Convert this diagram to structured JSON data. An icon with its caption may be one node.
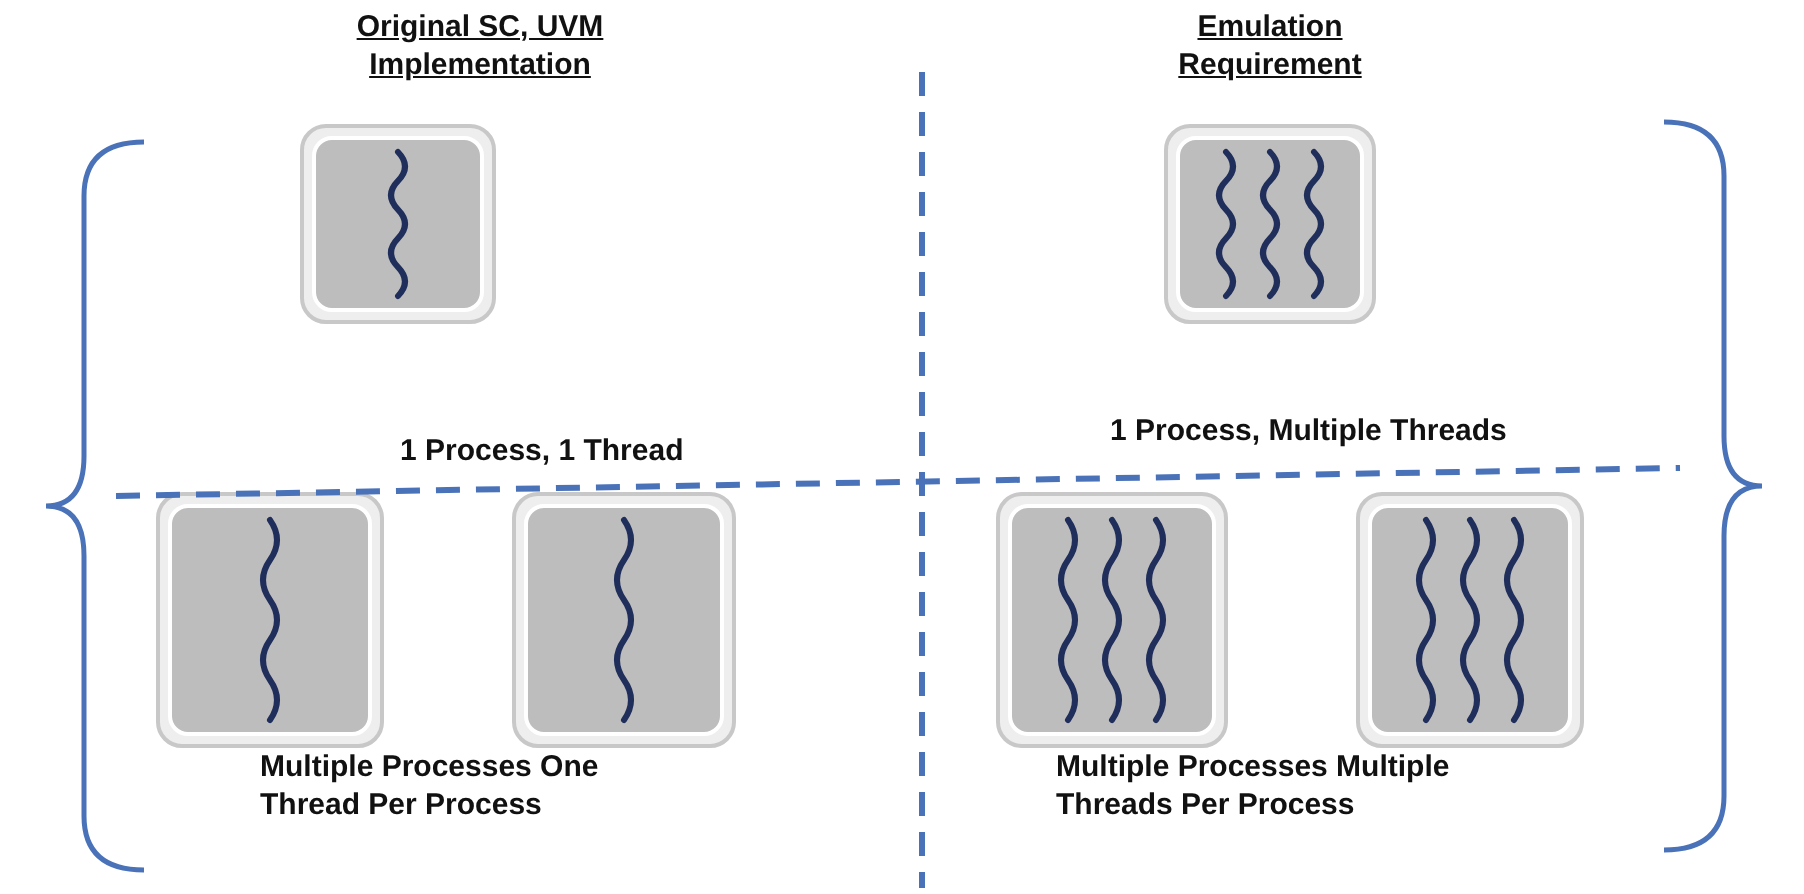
{
  "diagram": {
    "labels": [
      "Original SC, UVM Implementation",
      "Emulation Requirement",
      "1 Process, 1 Thread",
      "1 Process, Multiple Threads",
      "Multiple Processes One Thread Per Process",
      "Multiple Processes Multiple Threads Per Process"
    ]
  }
}
